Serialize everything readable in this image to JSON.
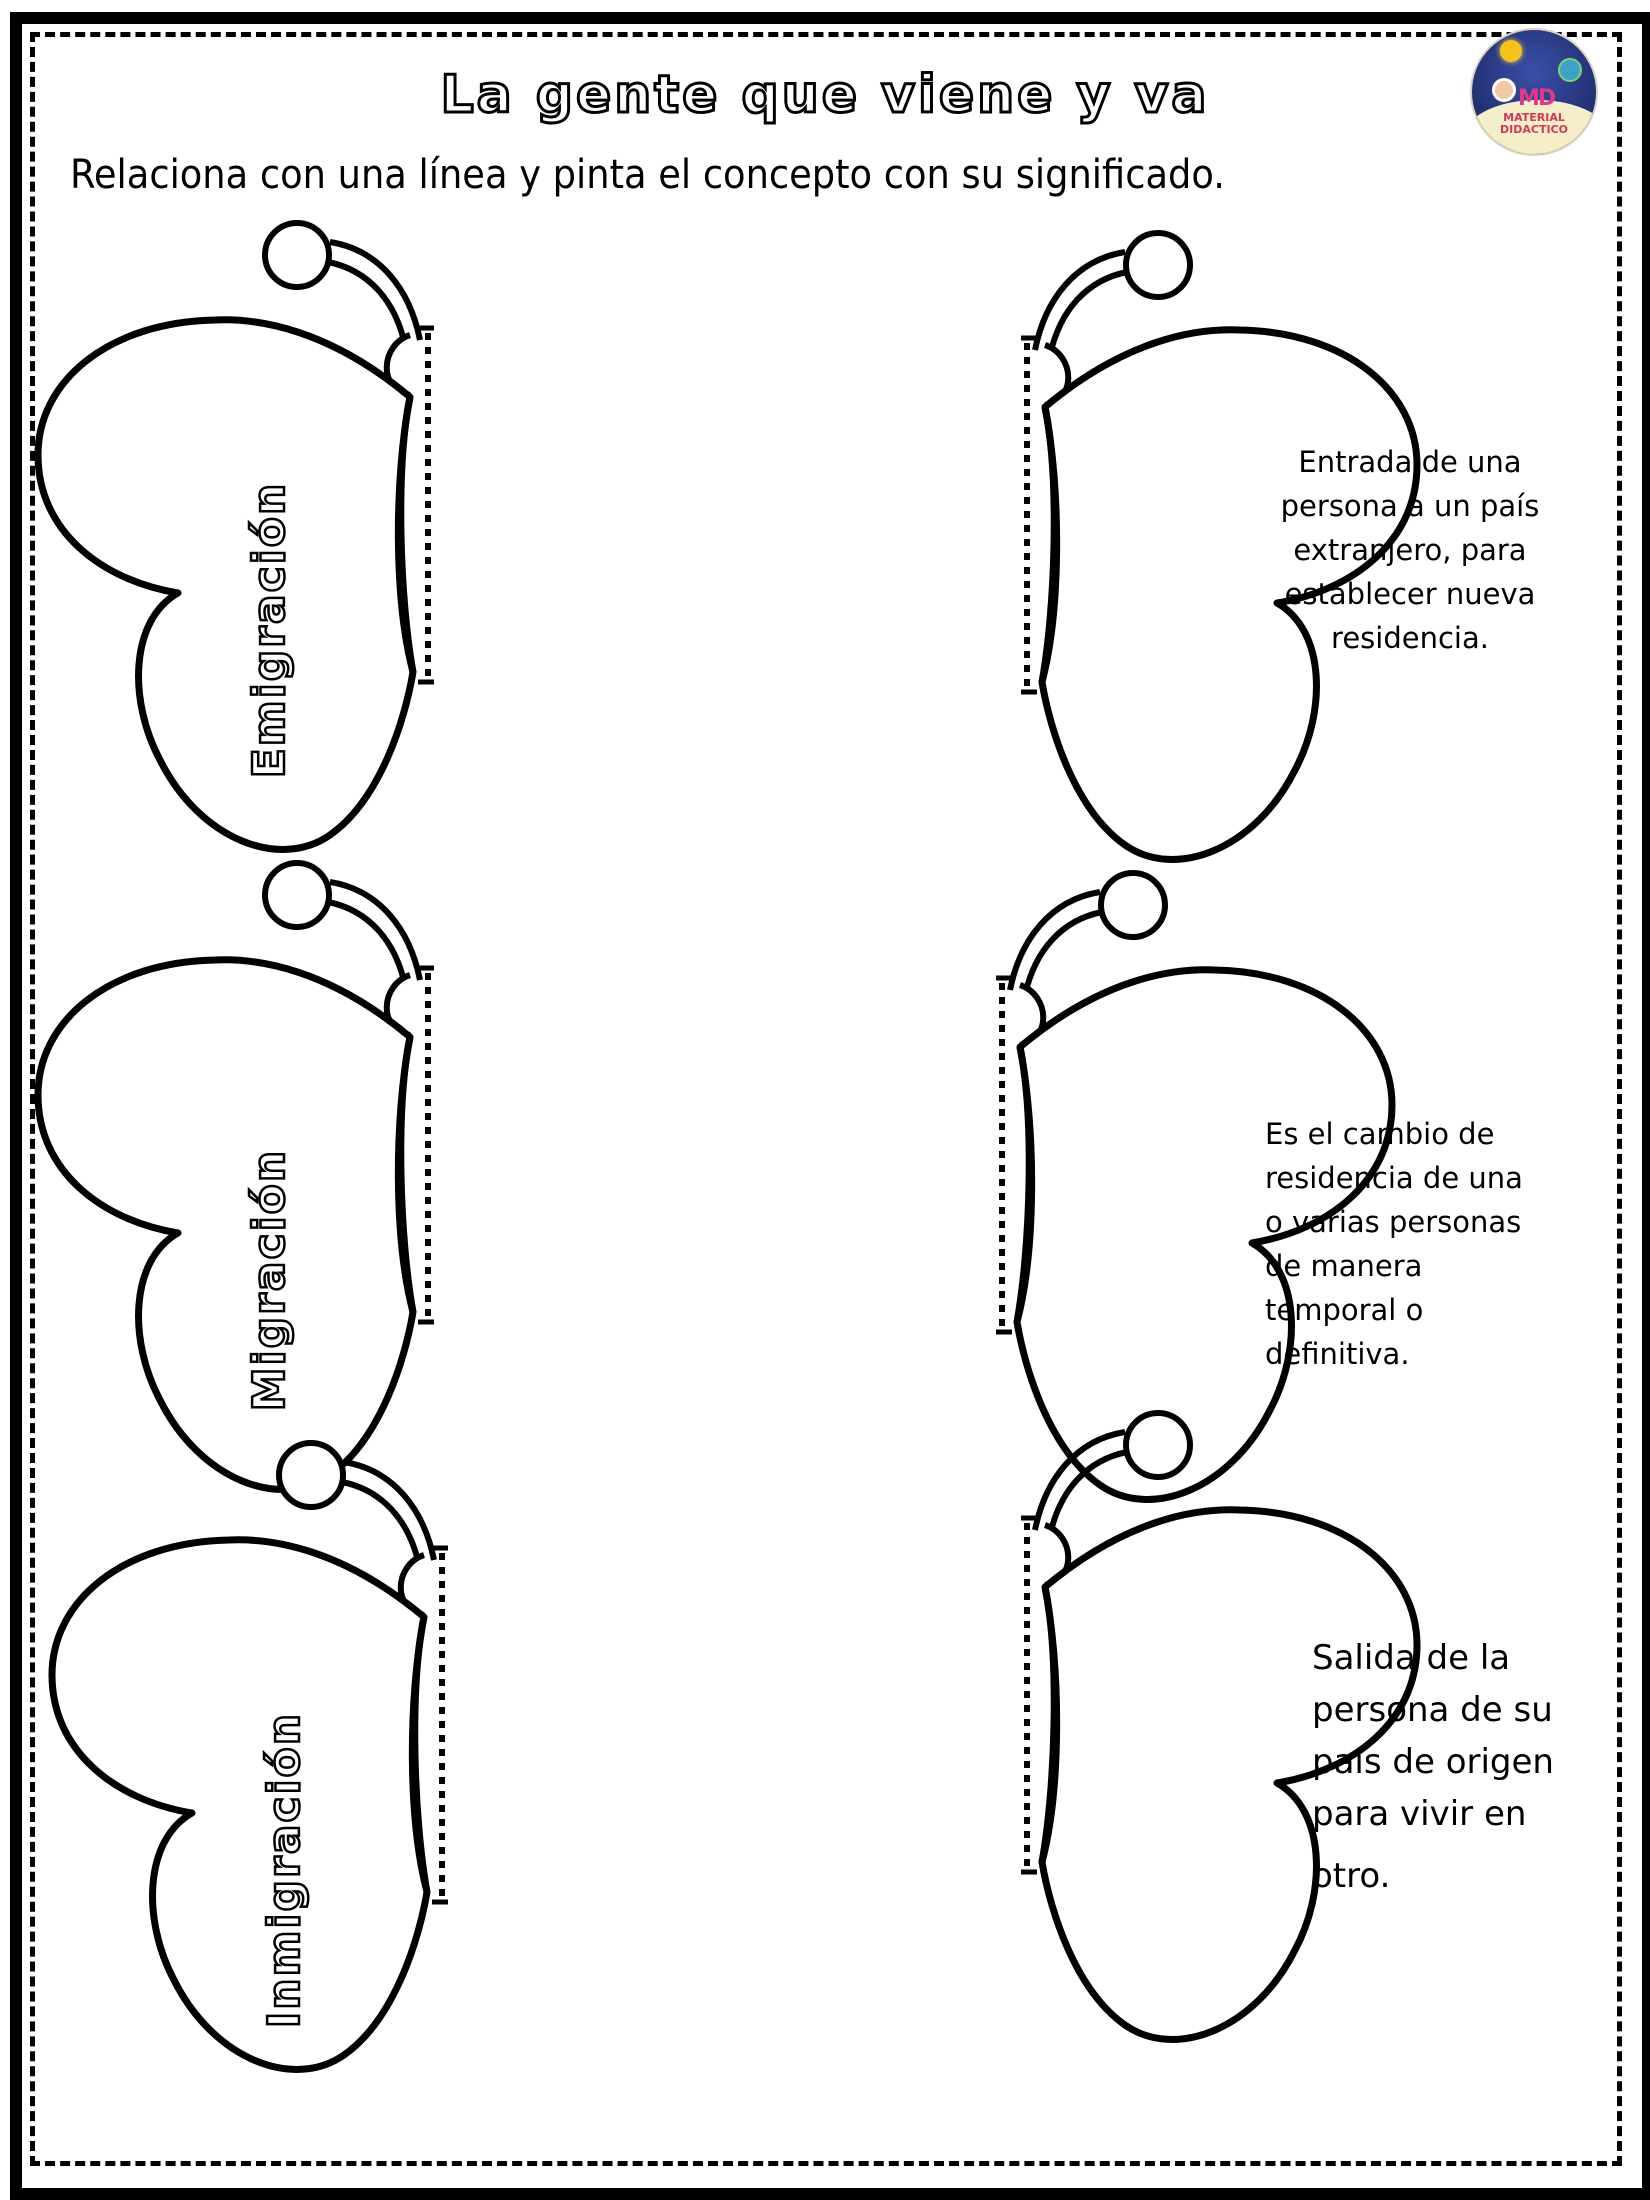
{
  "worksheet": {
    "title": "La gente que viene y va",
    "instruction": "Relaciona con una línea y pinta el concepto con su significado.",
    "logo": {
      "icon": "material-didactico-logo",
      "monogram": "MD",
      "text_line1": "MATERIAL",
      "text_line2": "DIDACTICO"
    },
    "concepts": [
      {
        "label": "Emigración"
      },
      {
        "label": "Migración"
      },
      {
        "label": "Inmigración"
      }
    ],
    "definitions": [
      {
        "lines": [
          "Entrada de una",
          "persona a un país",
          "extranjero, para",
          "establecer nueva",
          "residencia."
        ]
      },
      {
        "lines": [
          "Es el cambio de",
          "residencia de una",
          "o varias personas",
          "de manera",
          "temporal o",
          "definitiva."
        ]
      },
      {
        "lines": [
          "Salida de la",
          "persona de su",
          "país de origen",
          "para vivir en",
          "otro."
        ]
      }
    ]
  }
}
